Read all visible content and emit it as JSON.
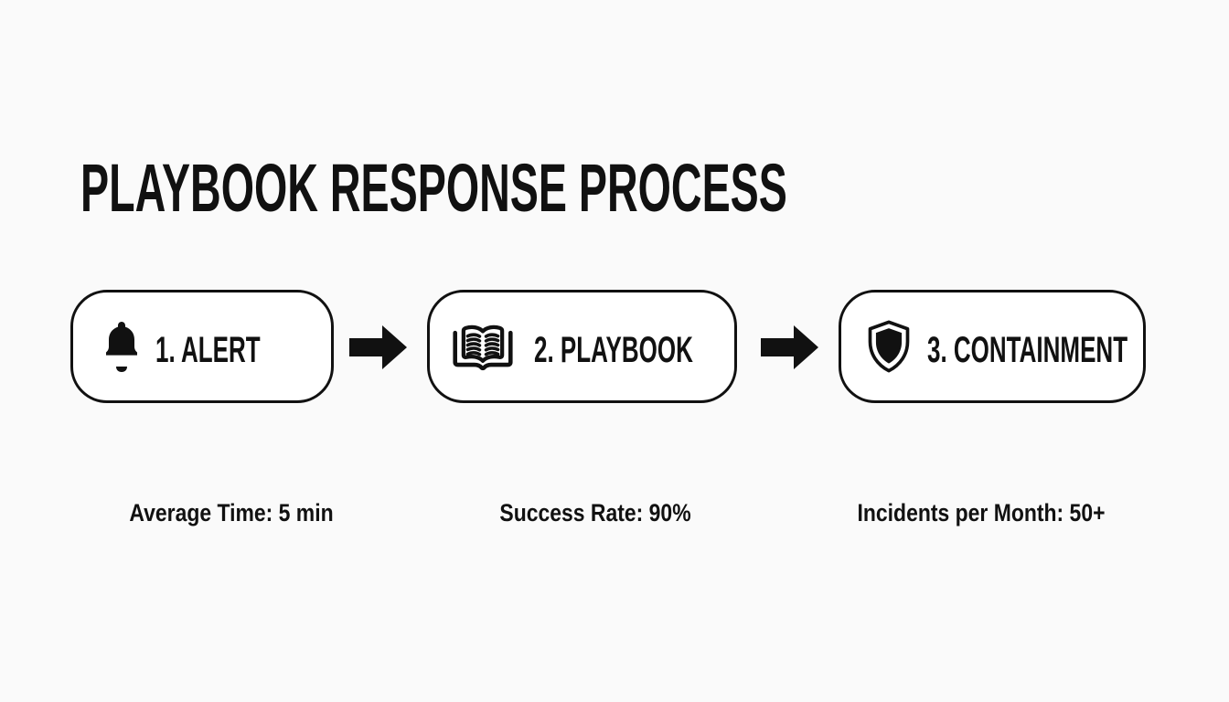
{
  "title": "PLAYBOOK RESPONSE PROCESS",
  "colors": {
    "background": "#fafafa",
    "ink": "#111111",
    "box_fill": "#ffffff"
  },
  "steps": [
    {
      "icon": "bell-icon",
      "label": "1. ALERT",
      "stat": "Average Time: 5 min"
    },
    {
      "icon": "open-book-icon",
      "label": "2. PLAYBOOK",
      "stat": "Success Rate: 90%"
    },
    {
      "icon": "shield-icon",
      "label": "3. CONTAINMENT",
      "stat": "Incidents per Month: 50+"
    }
  ],
  "connectors": [
    {
      "icon": "arrow-right-icon"
    },
    {
      "icon": "arrow-right-icon"
    }
  ]
}
